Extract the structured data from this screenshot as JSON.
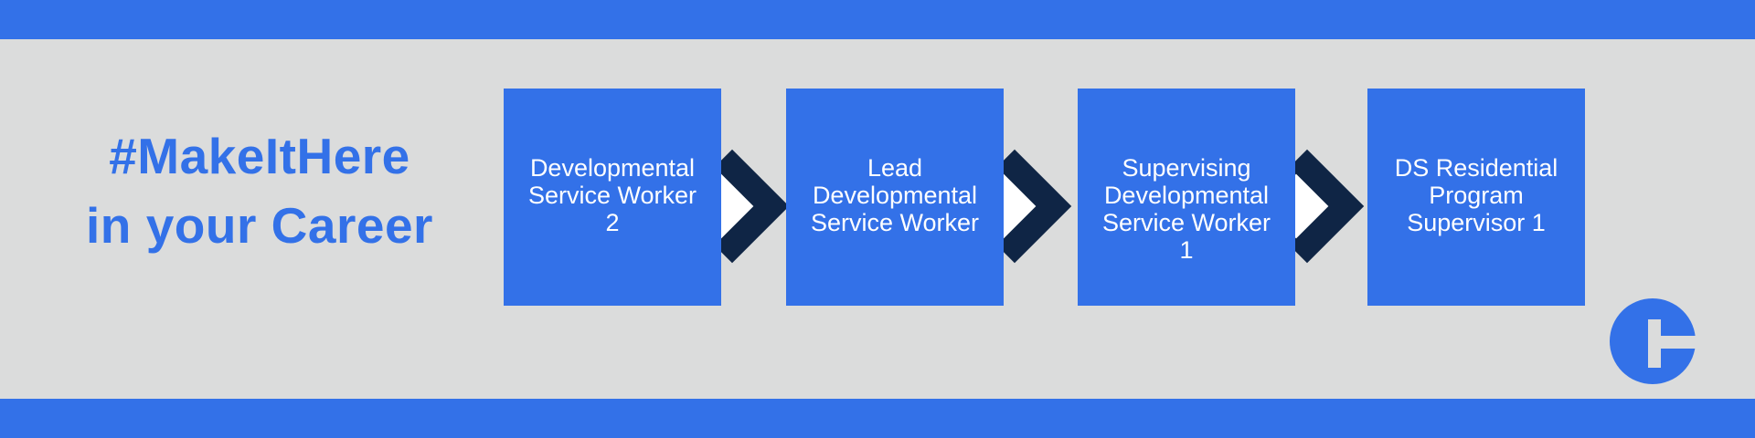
{
  "colors": {
    "blue": "#3371E8",
    "navy": "#0F2545",
    "background_gray": "#DBDCDC",
    "white": "#FFFFFF"
  },
  "title": {
    "text": "#MakeItHere\nin your Career"
  },
  "career_path": {
    "steps": [
      {
        "label": "Developmental\nService Worker\n2"
      },
      {
        "label": "Lead\nDevelopmental\nService Worker"
      },
      {
        "label": "Supervising\nDevelopmental\nService Worker\n1"
      },
      {
        "label": "DS Residential\nProgram\nSupervisor 1"
      }
    ],
    "arrow_icon": "chevron-right"
  },
  "logo": {
    "icon": "circle-with-tack-cutout"
  }
}
